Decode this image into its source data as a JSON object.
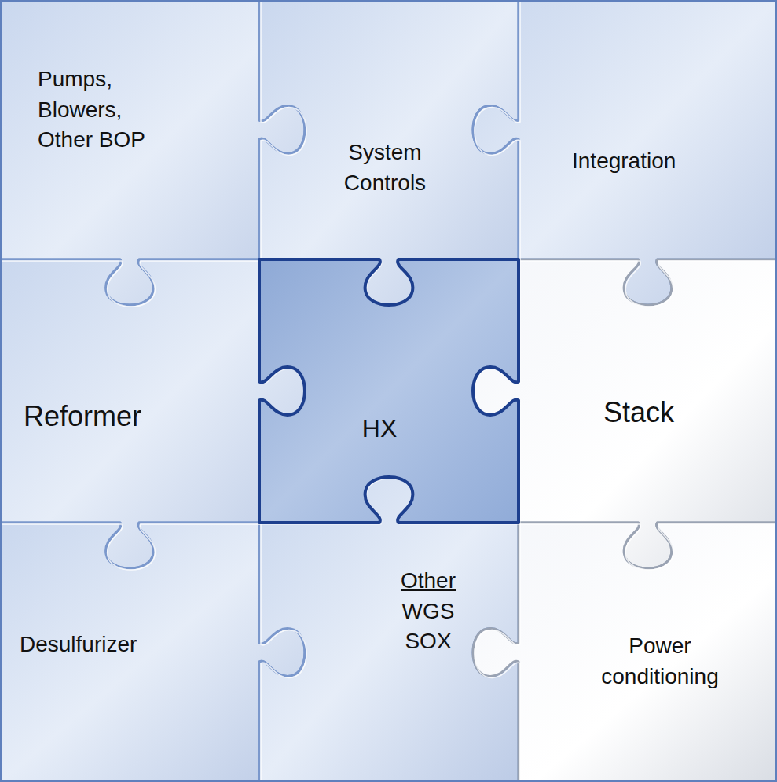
{
  "diagram": {
    "nodes": [
      {
        "text": [
          "Pumps, Blowers, Other BOP"
        ]
      },
      {
        "text": [
          "System Controls"
        ]
      },
      {
        "text": [
          "Integration"
        ]
      },
      {
        "text": [
          "Reformer"
        ]
      },
      {
        "text": [
          "HX"
        ]
      },
      {
        "text": [
          "Stack"
        ]
      },
      {
        "text": [
          "Desulfurizer"
        ]
      },
      {
        "text": [
          "Other",
          "WGS SOX"
        ]
      },
      {
        "text": [
          "Power conditioning"
        ]
      }
    ]
  }
}
